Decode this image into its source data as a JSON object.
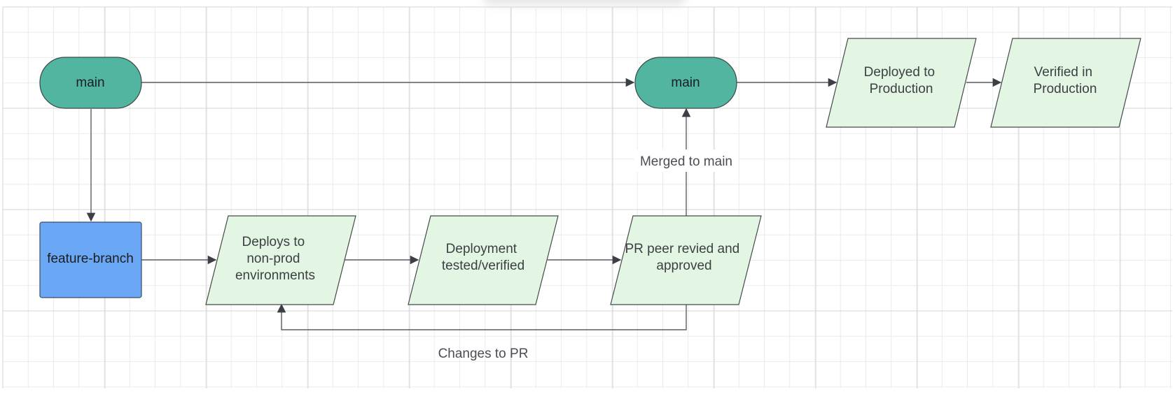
{
  "diagram": {
    "type": "flowchart",
    "nodes": {
      "main_start": {
        "label": "main"
      },
      "feature_branch": {
        "label": "feature-branch"
      },
      "deploys_nonprod": {
        "lines": [
          "Deploys to",
          "non-prod",
          "environments"
        ]
      },
      "deployment_tested": {
        "lines": [
          "Deployment",
          "tested/verified"
        ]
      },
      "pr_reviewed": {
        "lines": [
          "PR peer revied and",
          "approved"
        ]
      },
      "main_merged": {
        "label": "main"
      },
      "deployed_prod": {
        "lines": [
          "Deployed to",
          "Production"
        ]
      },
      "verified_prod": {
        "lines": [
          "Verified in",
          "Production"
        ]
      }
    },
    "edges": {
      "merged_to_main": {
        "label": "Merged to main"
      },
      "changes_to_pr": {
        "label": "Changes to PR"
      }
    },
    "colors": {
      "main": "#52b5a0",
      "feature_branch": "#6aa7f5",
      "step": "#e3f6e3",
      "edge": "#5a5f66"
    }
  }
}
